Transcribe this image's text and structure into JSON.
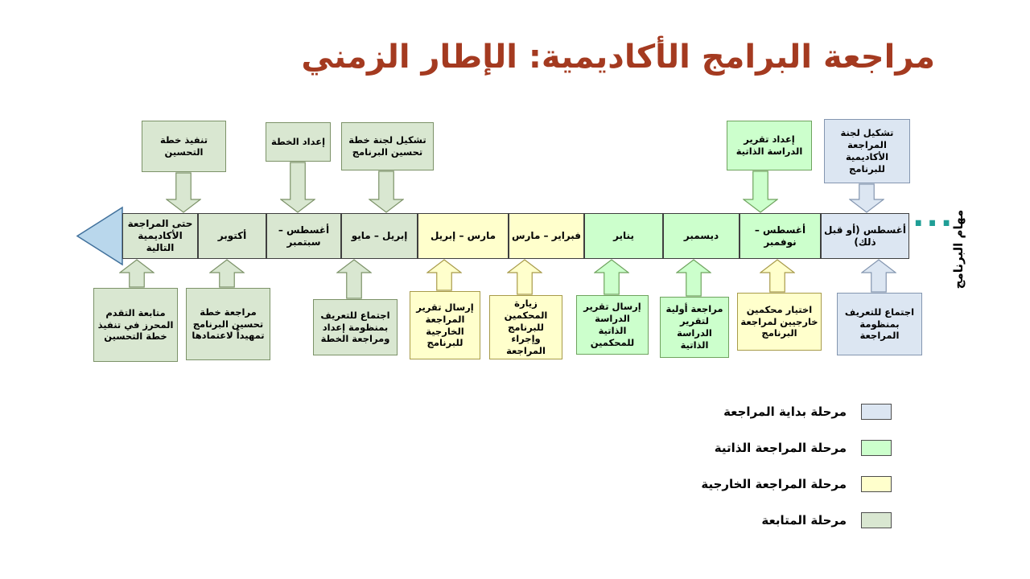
{
  "title": "مراجعة البرامج الأكاديمية: الإطار الزمني",
  "side_label": "مهام البرنامج",
  "ellipsis": "...",
  "colors": {
    "title": "#A43A20",
    "ellipsis": "#1F9E96",
    "arrowhead": {
      "fill": "#B9D7EC",
      "border": "#41719C"
    },
    "phases": {
      "start": {
        "fill": "#DCE6F2",
        "border": "#8496B0"
      },
      "self_review": {
        "fill": "#CCFFCC",
        "border": "#6FA35E"
      },
      "external_review": {
        "fill": "#FFFFCC",
        "border": "#A89B4A"
      },
      "follow_up": {
        "fill": "#D9E7D1",
        "border": "#7C9268"
      }
    }
  },
  "timeline": {
    "segments": [
      {
        "label": "أغسطس (أو قبل ذلك)",
        "phase": "start"
      },
      {
        "label": "أغسطس – نوفمبر",
        "phase": "self_review"
      },
      {
        "label": "ديسمبر",
        "phase": "self_review"
      },
      {
        "label": "يناير",
        "phase": "self_review"
      },
      {
        "label": "فبراير – مارس",
        "phase": "external_review"
      },
      {
        "label": "مارس – إبريل",
        "phase": "external_review"
      },
      {
        "label": "إبريل – مايو",
        "phase": "follow_up"
      },
      {
        "label": "أغسطس – سبتمبر",
        "phase": "follow_up"
      },
      {
        "label": "أكتوبر",
        "phase": "follow_up"
      },
      {
        "label": "حتى المراجعة الأكاديمية التالية",
        "phase": "follow_up"
      }
    ]
  },
  "callouts_top": [
    {
      "label": "تشكيل لجنة المراجعة الأكاديمية للبرنامج",
      "phase": "start"
    },
    {
      "label": "إعداد تقرير الدراسة الذاتية",
      "phase": "self_review"
    },
    {
      "label": "تشكيل لجنة خطة تحسين البرنامج",
      "phase": "follow_up"
    },
    {
      "label": "إعداد الخطة",
      "phase": "follow_up"
    },
    {
      "label": "تنفيذ خطة التحسين",
      "phase": "follow_up"
    }
  ],
  "callouts_bottom": [
    {
      "label": "اجتماع للتعريف بمنظومة المراجعة",
      "phase": "start"
    },
    {
      "label": "اختيار محكمين خارجيين لمراجعة البرنامج",
      "phase": "external_review"
    },
    {
      "label": "مراجعة أولية لتقرير الدراسة الذاتية",
      "phase": "self_review"
    },
    {
      "label": "إرسال تقرير الدراسة الذاتية للمحكمين",
      "phase": "self_review"
    },
    {
      "label": "زيارة المحكمين للبرنامج وإجراء المراجعة",
      "phase": "external_review"
    },
    {
      "label": "إرسال تقرير المراجعة الخارجية للبرنامج",
      "phase": "external_review"
    },
    {
      "label": "اجتماع للتعريف بمنظومة إعداد ومراجعة الخطة",
      "phase": "follow_up"
    },
    {
      "label": "مراجعة خطة تحسين البرنامج تمهيداً لاعتمادها",
      "phase": "follow_up"
    },
    {
      "label": "متابعة التقدم المحرز في تنفيذ خطة التحسين",
      "phase": "follow_up"
    }
  ],
  "legend": {
    "items": [
      {
        "label": "مرحلة بداية المراجعة",
        "phase": "start"
      },
      {
        "label": "مرحلة المراجعة الذاتية",
        "phase": "self_review"
      },
      {
        "label": "مرحلة المراجعة الخارجية",
        "phase": "external_review"
      },
      {
        "label": "مرحلة المتابعة",
        "phase": "follow_up"
      }
    ]
  }
}
